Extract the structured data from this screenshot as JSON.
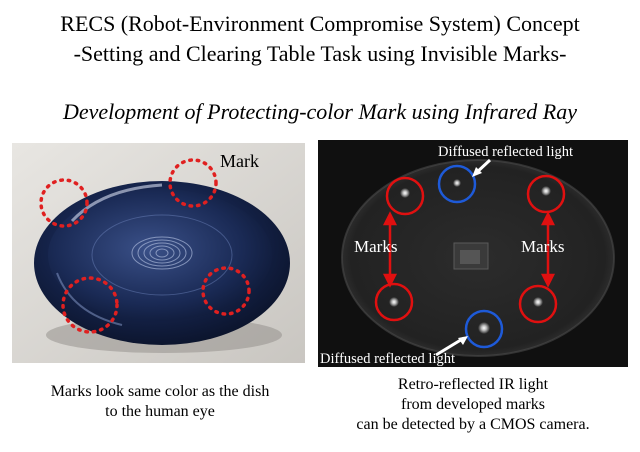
{
  "title_line1": "RECS (Robot-Environment Compromise System) Concept",
  "title_line2": "-Setting and Clearing Table Task using Invisible Marks-",
  "subtitle": "Development of Protecting-color Mark using Infrared Ray",
  "left_photo": {
    "mark_label": "Mark",
    "caption_line1": "Marks look same color as the dish",
    "caption_line2": "to the human eye"
  },
  "right_photo": {
    "diffused_label_top": "Diffused reflected light",
    "diffused_label_bottom": "Diffused reflected light",
    "marks_label_left": "Marks",
    "marks_label_right": "Marks",
    "caption_line1": "Retro-reflected IR light",
    "caption_line2": "from developed marks",
    "caption_line3": "can be detected by a CMOS camera."
  },
  "colors": {
    "mark_ring": "#e01010",
    "mark_dotted": "#e02020",
    "diffused_ring": "#1e5ad8"
  }
}
